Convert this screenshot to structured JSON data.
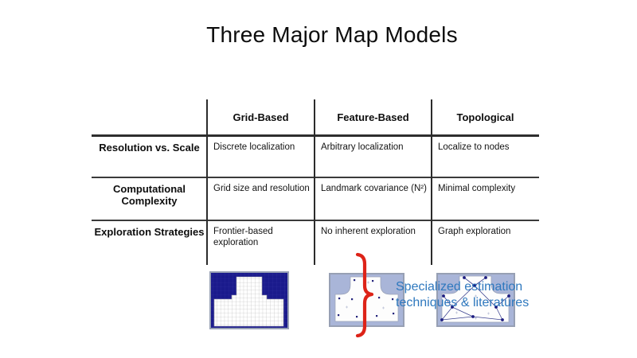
{
  "slide": {
    "title": "Three Major Map Models"
  },
  "table": {
    "columns": [
      "Grid-Based",
      "Feature-Based",
      "Topological"
    ],
    "rows": [
      {
        "header": "Resolution vs. Scale",
        "cells": [
          "Discrete localization",
          "Arbitrary localization",
          "Localize to nodes"
        ]
      },
      {
        "header": "Computational Complexity",
        "cells": [
          "Grid size and resolution",
          "Landmark covariance (N²)",
          "Minimal complexity"
        ]
      },
      {
        "header": "Exploration Strategies",
        "cells": [
          "Frontier-based exploration",
          "No inherent exploration",
          "Graph exploration"
        ]
      }
    ]
  },
  "annotation": {
    "line1": "Specialized estimation",
    "line2": "techniques & literatures",
    "text_color": "#2E78BE",
    "brace_color": "#DD2318"
  },
  "figures": {
    "grid_map": {
      "name": "grid-occupancy-map",
      "bg_color": "#1A1A8C"
    },
    "feature_map": {
      "name": "feature-landmark-map",
      "bg_color": "#A9B5D8"
    },
    "topological_map": {
      "name": "topological-graph-map",
      "bg_color": "#A9B5D8"
    }
  }
}
